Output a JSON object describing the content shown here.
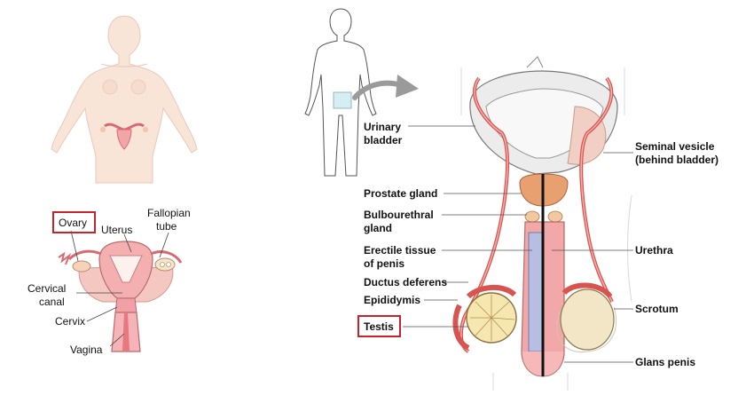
{
  "female": {
    "labels": {
      "ovary": "Ovary",
      "uterus": "Uterus",
      "fallopian_tube": [
        "Fallopian",
        "tube"
      ],
      "cervical_canal": [
        "Cervical",
        "canal"
      ],
      "cervix": "Cervix",
      "vagina": "Vagina"
    },
    "highlighted": "ovary"
  },
  "male": {
    "labels": {
      "urinary_bladder": [
        "Urinary",
        "bladder"
      ],
      "prostate_gland": "Prostate gland",
      "bulbourethral_gland": [
        "Bulbourethral",
        "gland"
      ],
      "erectile_tissue": [
        "Erectile tissue",
        "of penis"
      ],
      "ductus_deferens": "Ductus deferens",
      "epididymis": "Epididymis",
      "testis": "Testis",
      "seminal_vesicle": [
        "Seminal vesicle",
        "(behind bladder)"
      ],
      "urethra": "Urethra",
      "scrotum": "Scrotum",
      "glans_penis": "Glans penis"
    },
    "highlighted": "testis"
  },
  "colors": {
    "highlight_box": "#c8232c",
    "skin": "#f9e4d8",
    "tissue_pink": "#f0b6b0",
    "duct_red": "#d9534f",
    "bladder_gray": "#e8e8e8",
    "urethra_blue": "#6a78b8"
  }
}
